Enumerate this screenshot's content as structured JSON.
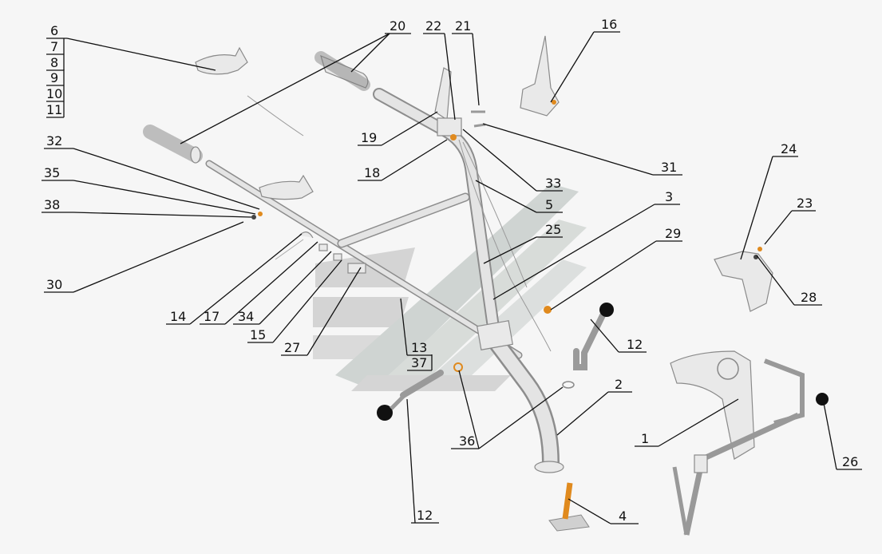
{
  "diagram": {
    "callouts": [
      {
        "id": "c6",
        "label": "6"
      },
      {
        "id": "c7",
        "label": "7"
      },
      {
        "id": "c8",
        "label": "8"
      },
      {
        "id": "c9",
        "label": "9"
      },
      {
        "id": "c10",
        "label": "10"
      },
      {
        "id": "c11",
        "label": "11"
      },
      {
        "id": "c20",
        "label": "20"
      },
      {
        "id": "c22",
        "label": "22"
      },
      {
        "id": "c21",
        "label": "21"
      },
      {
        "id": "c16",
        "label": "16"
      },
      {
        "id": "c32",
        "label": "32"
      },
      {
        "id": "c35",
        "label": "35"
      },
      {
        "id": "c38",
        "label": "38"
      },
      {
        "id": "c19",
        "label": "19"
      },
      {
        "id": "c18",
        "label": "18"
      },
      {
        "id": "c33",
        "label": "33"
      },
      {
        "id": "c5",
        "label": "5"
      },
      {
        "id": "c31",
        "label": "31"
      },
      {
        "id": "c3",
        "label": "3"
      },
      {
        "id": "c25",
        "label": "25"
      },
      {
        "id": "c24",
        "label": "24"
      },
      {
        "id": "c23",
        "label": "23"
      },
      {
        "id": "c29",
        "label": "29"
      },
      {
        "id": "c28",
        "label": "28"
      },
      {
        "id": "c30",
        "label": "30"
      },
      {
        "id": "c14",
        "label": "14"
      },
      {
        "id": "c17",
        "label": "17"
      },
      {
        "id": "c34",
        "label": "34"
      },
      {
        "id": "c15",
        "label": "15"
      },
      {
        "id": "c27",
        "label": "27"
      },
      {
        "id": "c13",
        "label": "13"
      },
      {
        "id": "c37",
        "label": "37"
      },
      {
        "id": "c12a",
        "label": "12"
      },
      {
        "id": "c12b",
        "label": "12"
      },
      {
        "id": "c2",
        "label": "2"
      },
      {
        "id": "c36",
        "label": "36"
      },
      {
        "id": "c1",
        "label": "1"
      },
      {
        "id": "c26",
        "label": "26"
      },
      {
        "id": "c4",
        "label": "4"
      }
    ],
    "colors": {
      "line": "#111111",
      "part_fill": "#e9e9e9",
      "part_stroke": "#8a8a8a",
      "watermark": "#c9cfcc",
      "accent_orange": "#e08a1e"
    },
    "watermark": "chevron-logo"
  }
}
